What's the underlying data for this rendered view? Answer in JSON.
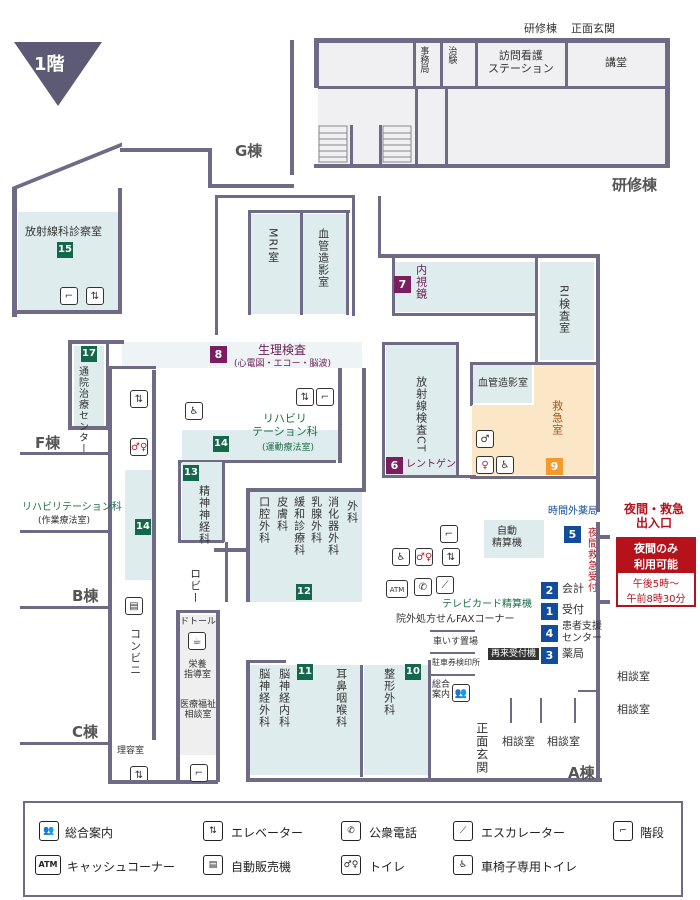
{
  "floor": "1階",
  "wings": {
    "g": "G棟",
    "kenshu": "研修棟",
    "f": "F棟",
    "b": "B棟",
    "c": "C棟",
    "a": "A棟",
    "top_kenshu": "研修棟",
    "top_genkan": "正面玄関"
  },
  "rooms": {
    "jimukyoku": "事務局",
    "chiken": "治験",
    "houmon": "訪問看護\nステーション",
    "koudou": "講堂",
    "houshasen_shinsatsu": "放射線科診察室",
    "mri": "MRI室",
    "kekkan_zouei": "血管造影室",
    "naishikyo": "内視鏡",
    "ri_kensa": "RI検査室",
    "seiri_kensa": "生理検査",
    "seiri_kensa_sub": "(心電図・エコー・脳波)",
    "tsuin_chiryo": "通院治療センター",
    "rehab": "リハビリ\nテーション科",
    "rehab_sub": "(運動療法室)",
    "houshasen_ct": "放射線検査CT",
    "rentgen": "レントゲン",
    "kekkan_zouei2": "血管造影室",
    "kyukyu": "救急室",
    "seishin": "精神神経科",
    "lobby": "ロビー",
    "koukuu": "口腔外科",
    "hifu": "皮膚科",
    "kanwa": "緩和診療科",
    "nyusen": "乳腺外科",
    "shoukaki": "消化器外科",
    "geka": "外科",
    "noushinkei_geka": "脳神経外科",
    "noushinkei_naika": "脳神経内科",
    "jibi": "耳鼻咽喉科",
    "seikei": "整形外科",
    "rehab_sagyo": "リハビリテーション科",
    "rehab_sagyo_sub": "(作業療法室)",
    "conveni": "コンビニ",
    "doutor": "ドトール",
    "eiyou": "栄養\n指導室",
    "iryou_fukushi": "医療福祉\n相談室",
    "riyoushitsu": "理容室",
    "jikangai_yakkyoku": "時間外薬局",
    "jidou_seisanki": "自動\n精算機",
    "tv_card": "テレビカード精算機",
    "fax_corner": "院外処方せんFAXコーナー",
    "kurumaisu": "車いす置場",
    "chuusha": "駐車券検印所",
    "sougou_annai": "総合\n案内",
    "kaikei": "会計",
    "uketsuke": "受付",
    "kanja_shien": "患者支援\nセンター",
    "yakkyoku": "薬局",
    "saiju": "再来受付機",
    "soudan1": "相談室",
    "soudan2": "相談室",
    "soudan3": "相談室",
    "soudan4": "相談室",
    "yakan_kyukyu_uketsuke": "夜間救急受付",
    "shoumen_genkan": "正面玄関"
  },
  "numbers": {
    "n1": "1",
    "n2": "2",
    "n3": "3",
    "n4": "4",
    "n5": "5",
    "n6": "6",
    "n7": "7",
    "n8": "8",
    "n9": "9",
    "n10": "10",
    "n11": "11",
    "n12": "12",
    "n13": "13",
    "n14a": "14",
    "n14b": "14",
    "n15": "15",
    "n17": "17"
  },
  "night": {
    "entrance_label": "夜間・救急\n出入口",
    "box_title": "夜間のみ\n利用可能",
    "box_hours": "午後5時〜\n午前8時30分"
  },
  "legend": {
    "sougou_annai": "総合案内",
    "elevator": "エレベーター",
    "koushuu_denwa": "公衆電話",
    "escalator": "エスカレーター",
    "kaidan": "階段",
    "atm": "キャッシュコーナー",
    "atm_icon": "ATM",
    "jihanki": "自動販売機",
    "toilet": "トイレ",
    "wheelchair_toilet": "車椅子専用トイレ"
  },
  "colors": {
    "wall": "#6f6a86",
    "room": "#dfecee",
    "emergency": "#fbe6c6",
    "green_badge": "#14674a",
    "purple_badge": "#7b1e5f",
    "blue_badge": "#114d9c",
    "orange_badge": "#f29a2e",
    "night_red": "#b5121b"
  },
  "icons": {
    "info": "info-desk-icon",
    "elevator": "elevator-icon",
    "phone": "phone-icon",
    "escalator": "escalator-icon",
    "stairs": "stairs-icon",
    "atm": "atm-icon",
    "vending": "vending-machine-icon",
    "toilet": "toilet-icon",
    "wheelchair": "wheelchair-icon"
  }
}
